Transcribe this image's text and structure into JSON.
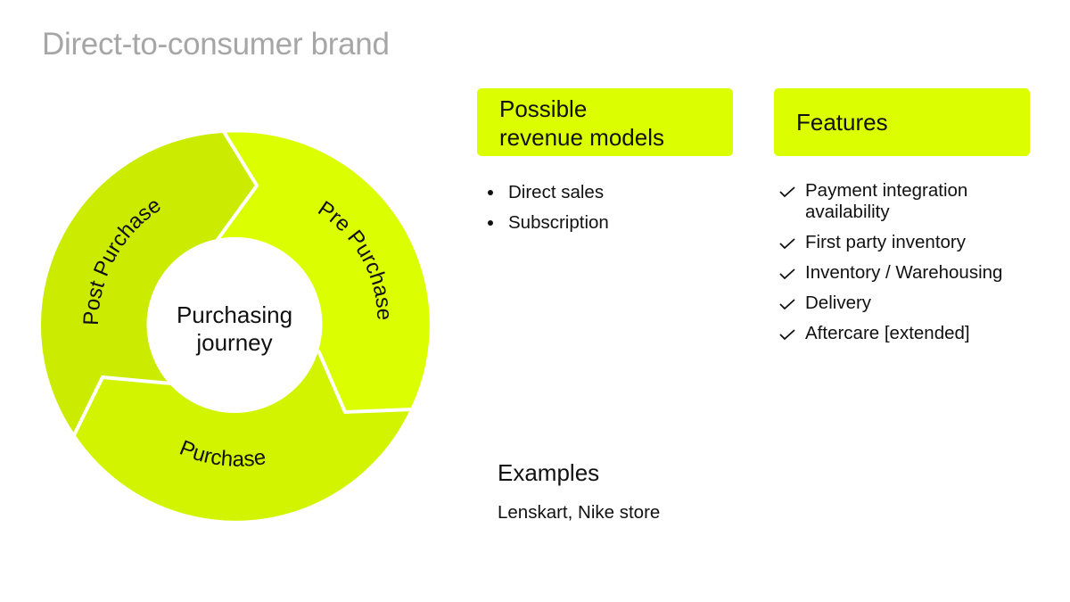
{
  "page": {
    "title": "Direct-to-consumer brand"
  },
  "cycle": {
    "center_label_line1": "Purchasing",
    "center_label_line2": "journey",
    "segments": [
      {
        "label": "Pre Purchase",
        "color": "#dcff00"
      },
      {
        "label": "Purchase",
        "color": "#d2f400"
      },
      {
        "label": "Post Purchase",
        "color": "#cbeb00"
      }
    ],
    "separator_color": "#ffffff"
  },
  "revenue": {
    "heading": "Possible revenue models",
    "heading_line1": "Possible",
    "heading_line2": "revenue models",
    "items": [
      {
        "label": "Direct sales",
        "icon": "bullet-icon"
      },
      {
        "label": "Subscription",
        "icon": "bullet-icon"
      }
    ]
  },
  "features": {
    "heading": "Features",
    "items": [
      {
        "label": "Payment integration availability",
        "icon": "check-icon"
      },
      {
        "label": "First party inventory",
        "icon": "check-icon"
      },
      {
        "label": "Inventory / Warehousing",
        "icon": "check-icon"
      },
      {
        "label": "Delivery",
        "icon": "check-icon"
      },
      {
        "label": "Aftercare [extended]",
        "icon": "check-icon"
      }
    ]
  },
  "examples": {
    "heading": "Examples",
    "text": "Lenskart, Nike store"
  },
  "colors": {
    "accent": "#dcff00",
    "title_gray": "#a6a6a6",
    "text": "#111111"
  }
}
